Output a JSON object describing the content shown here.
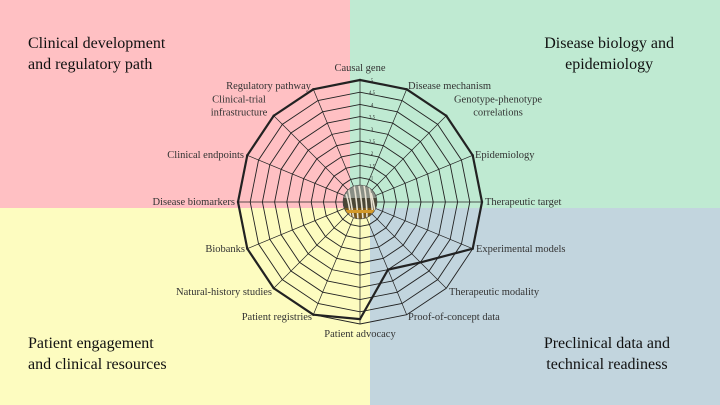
{
  "colors": {
    "top_left": "#ffc0c3",
    "top_right": "#bfead2",
    "bottom_left": "#fdfcc0",
    "bottom_right": "#c2d5de",
    "grid": "#222222",
    "series": "#222222"
  },
  "quadrants": {
    "top_left": {
      "line1": "Clinical development",
      "line2": "and regulatory path"
    },
    "top_right": {
      "line1": "Disease biology and",
      "line2": "epidemiology"
    },
    "bottom_left": {
      "line1": "Patient engagement",
      "line2": "and clinical resources"
    },
    "bottom_right": {
      "line1": "Preclinical data and",
      "line2": "technical readiness"
    }
  },
  "center_image": "tree-photo",
  "chart_data": {
    "type": "radar",
    "axes": [
      "Causal gene",
      "Disease mechanism",
      "Genotype-phenotype correlations",
      "Epidemiology",
      "Therapeutic target",
      "Experimental models",
      "Therapeutic modality",
      "Proof-of-concept data",
      "Patient advocacy",
      "Patient registries",
      "Natural-history studies",
      "Biobanks",
      "Disease biomarkers",
      "Clinical endpoints",
      "Clinical-trial infrastructure",
      "Regulatory pathway"
    ],
    "scale_ticks": [
      "1",
      "1.5",
      "2",
      "2.5",
      "3",
      "3.5",
      "4",
      "4.5",
      "5"
    ],
    "r_min": 0,
    "r_max": 5,
    "ring_values": [
      1,
      1.5,
      2,
      2.5,
      3,
      3.5,
      4,
      4.5,
      5
    ],
    "values": [
      5,
      5,
      5,
      5,
      5,
      5,
      3.5,
      3,
      4.8,
      5,
      5,
      5,
      5,
      5,
      5,
      5
    ],
    "grid": true
  }
}
